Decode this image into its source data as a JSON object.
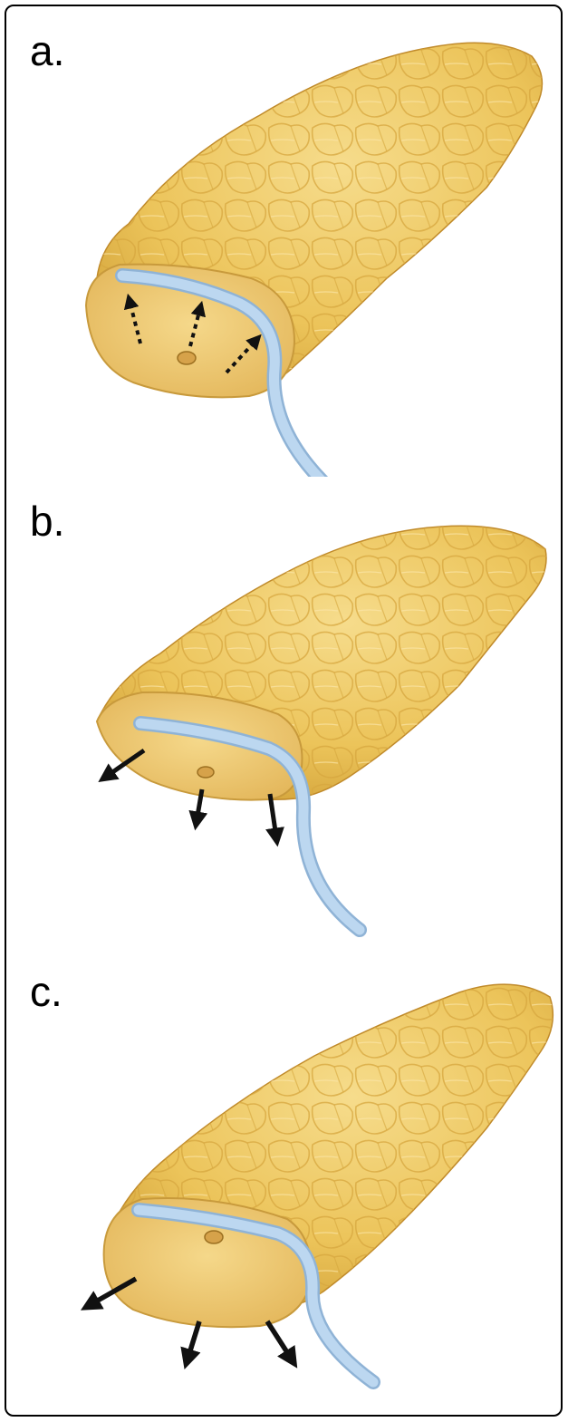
{
  "panels": [
    {
      "label": "a.",
      "arrow_style": "dotted",
      "arrow_direction": "inward",
      "arrow_count": 3
    },
    {
      "label": "b.",
      "arrow_style": "solid",
      "arrow_direction": "outward",
      "arrow_count": 3
    },
    {
      "label": "c.",
      "arrow_style": "solid",
      "arrow_direction": "outward",
      "arrow_count": 3
    }
  ],
  "colors": {
    "tissue_light": "#f2d47a",
    "tissue_mid": "#e8bd4d",
    "tissue_dark": "#c9962c",
    "cut_face": "#f0cc76",
    "duct_tube": "#b8d4ee",
    "duct_outline": "#8fb3d6",
    "arrow": "#111111"
  }
}
